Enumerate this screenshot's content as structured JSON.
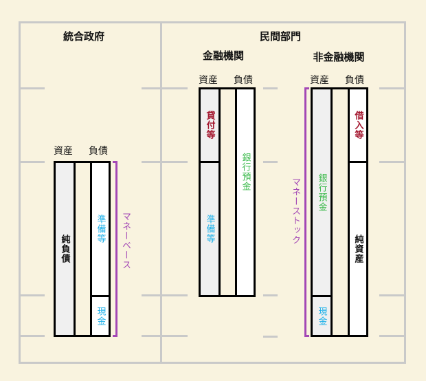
{
  "headers": {
    "government": "統合政府",
    "private": "民間部門",
    "financial": "金融機関",
    "nonfinancial": "非金融機関"
  },
  "columns": {
    "assets": "資産",
    "liabilities": "負債"
  },
  "government": {
    "net_debt": "純負債",
    "reserves": "準備等",
    "cash": "現金"
  },
  "financial": {
    "loans": "貸付等",
    "reserves": "準備等",
    "deposits": "銀行預金"
  },
  "nonfinancial": {
    "deposits": "銀行預金",
    "cash": "現金",
    "borrowings": "借入等",
    "net_assets": "純資産"
  },
  "brackets": {
    "monetary_base": "マネーベース",
    "money_stock": "マネーストック"
  },
  "colors": {
    "red": "#a3162e",
    "blue": "#1cb0ea",
    "green": "#3cba4c",
    "purple": "#a347b5"
  }
}
